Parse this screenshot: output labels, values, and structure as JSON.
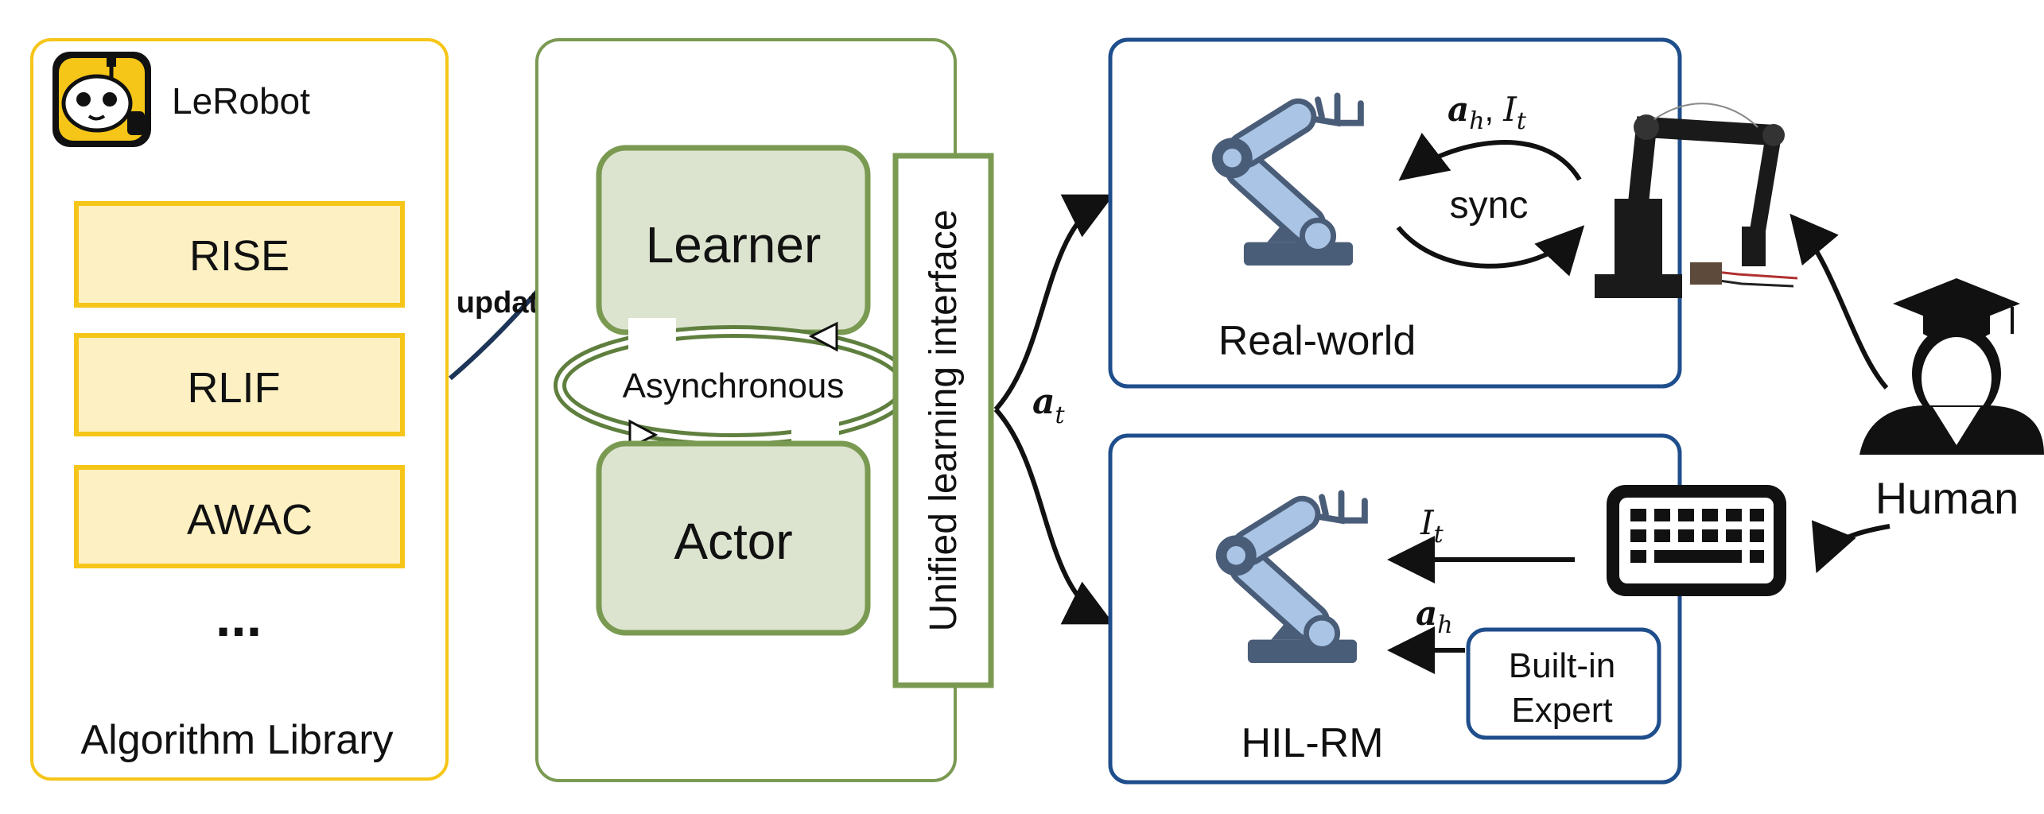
{
  "library": {
    "brand_name": "LeRobot",
    "algorithms": [
      "RISE",
      "RLIF",
      "AWAC"
    ],
    "more": "...",
    "caption": "Algorithm Library"
  },
  "update_label": "update",
  "learner_actor": {
    "learner": "Learner",
    "actor": "Actor",
    "async": "Asynchronous",
    "interface": "Unified learning interface"
  },
  "action_label": {
    "base": "a",
    "sub": "t"
  },
  "real_world": {
    "caption": "Real-world",
    "sync": "sync",
    "signal_a_base": "a",
    "signal_a_sub": "h",
    "signal_sep": ",",
    "signal_i_base": "I",
    "signal_i_sub": "t"
  },
  "hil_rm": {
    "caption": "HIL-RM",
    "image_base": "I",
    "image_sub": "t",
    "action_base": "a",
    "action_sub": "h",
    "expert_line1": "Built-in",
    "expert_line2": "Expert"
  },
  "human": {
    "label": "Human"
  },
  "colors": {
    "library_border": "#f5c518",
    "algo_fill": "#fdf0c2",
    "algo_border": "#f5c518",
    "green_border": "#7a9a52",
    "green_fill": "#dce4cf",
    "blue_border": "#1f4e8c",
    "robot_light": "#a9c4e4",
    "robot_dark": "#4a5d78"
  },
  "icons": [
    "lerobot-logo-icon",
    "robot-arm-icon",
    "keyboard-icon",
    "human-graduate-icon",
    "real-robot-arm-image"
  ]
}
